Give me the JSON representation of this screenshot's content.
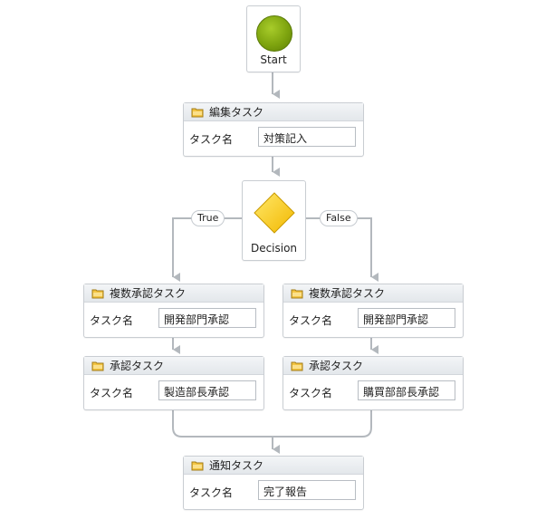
{
  "start": {
    "label": "Start"
  },
  "decision": {
    "label": "Decision",
    "true_label": "True",
    "false_label": "False"
  },
  "tasks": [
    {
      "title": "編集タスク",
      "field_label": "タスク名",
      "value": "対策記入"
    },
    {
      "title": "複数承認タスク",
      "field_label": "タスク名",
      "value": "開発部門承認"
    },
    {
      "title": "承認タスク",
      "field_label": "タスク名",
      "value": "製造部長承認"
    },
    {
      "title": "複数承認タスク",
      "field_label": "タスク名",
      "value": "開発部門承認"
    },
    {
      "title": "承認タスク",
      "field_label": "タスク名",
      "value": "購買部部長承認"
    },
    {
      "title": "通知タスク",
      "field_label": "タスク名",
      "value": "完了報告"
    }
  ],
  "colors": {
    "start": "#7ea40f",
    "decision": "#ffd400",
    "connector": "#b3b8bd"
  },
  "icons": {
    "start": "circle-icon",
    "decision": "diamond-icon",
    "task": "folder-icon"
  }
}
